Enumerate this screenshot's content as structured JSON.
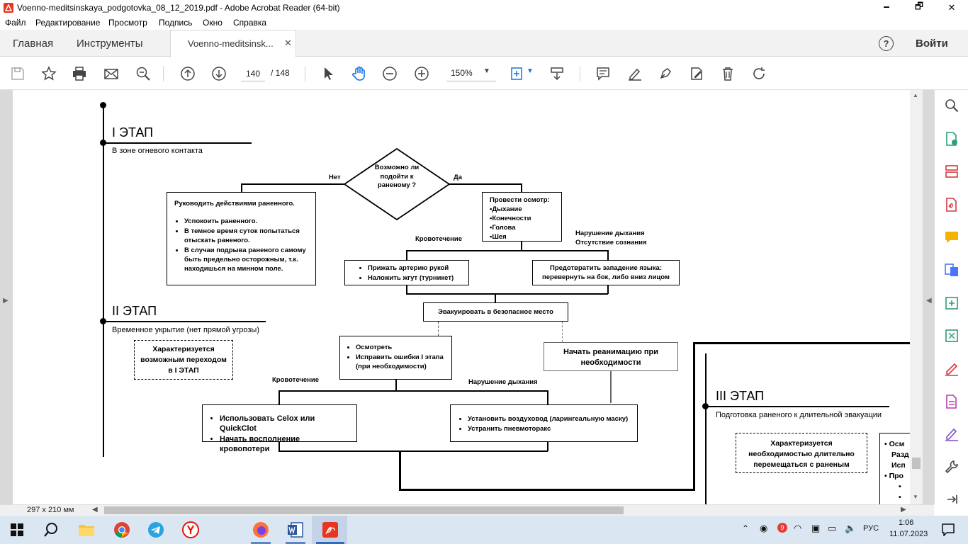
{
  "window": {
    "title": "Voenno-meditsinskaya_podgotovka_08_12_2019.pdf - Adobe Acrobat Reader (64-bit)",
    "minimize": "🗕",
    "maximize": "🗗",
    "close": "✕"
  },
  "menu": [
    "Файл",
    "Редактирование",
    "Просмотр",
    "Подпись",
    "Окно",
    "Справка"
  ],
  "tabs": {
    "home": "Главная",
    "tools": "Инструменты",
    "document": "Voenno-meditsinsk...",
    "help": "?",
    "signin": "Войти"
  },
  "toolbar": {
    "current_page": "140",
    "page_total": "/  148",
    "zoom": "150%"
  },
  "diagram": {
    "stage1": {
      "title": "I ЭТАП",
      "subtitle": "В зоне огневого контакта"
    },
    "stage2": {
      "title": "II ЭТАП",
      "subtitle": "Временное укрытие (нет прямой угрозы)"
    },
    "stage3": {
      "title": "III ЭТАП",
      "subtitle": "Подготовка раненого к длительной эвакуации"
    },
    "decision": "Возможно ли подойти к раненому ?",
    "no": "Нет",
    "yes": "Да",
    "guide_title": "Руководить действиями раненного.",
    "guide_items": [
      "Успокоить раненного.",
      "В темное время суток попытаться отыскать раненого.",
      "В случаи подрыва раненого самому быть предельно осторожным, т.к. находишься на минном поле."
    ],
    "exam_title": "Провести осмотр:",
    "exam_items": [
      "•Дыхание",
      "•Конечности",
      "•Голова",
      "•Шея"
    ],
    "bleeding": "Кровотечение",
    "breathing_label_1": "Нарушение дыхания",
    "breathing_label_2": "Отсутствие сознания",
    "bleed_actions": [
      "Прижать артерию рукой",
      "Наложить жгут (турникет)"
    ],
    "tongue_action": "Предотвратить западение языка: перевернуть на бок, либо вниз лицом",
    "evacuate": "Эвакуировать в безопасное место",
    "stage2_note": "Характеризуется возможным переходом в I ЭТАП",
    "inspect_items": [
      "Осмотреть",
      "Исправить ошибки I этапа (при необходимости)"
    ],
    "reanimation": "Начать реанимацию при необходимости",
    "bleeding2": "Кровотечение",
    "breathing2": "Нарушение дыхания",
    "celox_items": [
      "Использовать Celox или QuickClot",
      "Начать восполнение кровопотери"
    ],
    "airway_items": [
      "Установить воздуховод (ларингеальную маску)",
      "Устранить пневмоторакс"
    ],
    "stage3_note": "Характеризуется необходимостью длительно перемещаться с раненым",
    "stage3_items": [
      "Осм",
      "Разд",
      "Исп",
      "Про"
    ]
  },
  "status": {
    "page_size": "297 x 210 мм"
  },
  "taskbar": {
    "lang": "РУС",
    "time": "1:06",
    "date": "11.07.2023"
  }
}
